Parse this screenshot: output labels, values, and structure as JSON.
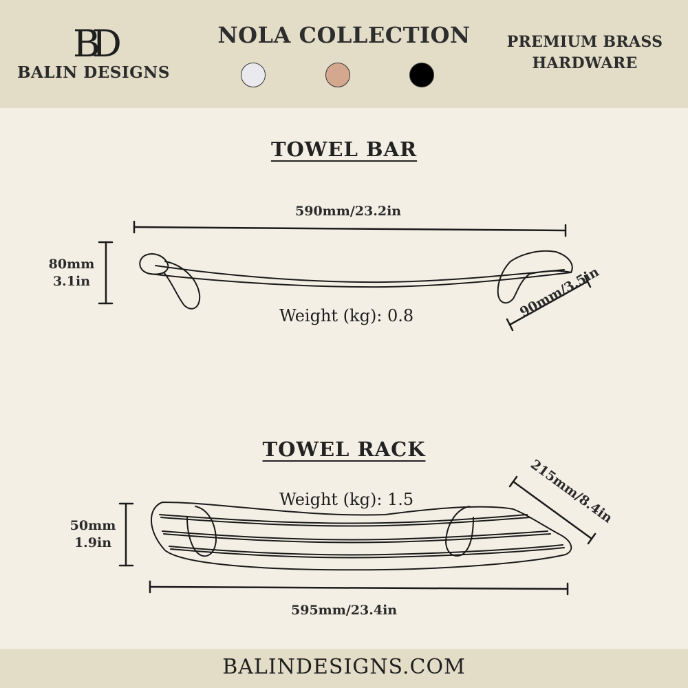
{
  "header": {
    "logo_monogram": "BD",
    "brand_name": "BALIN DESIGNS",
    "collection_title": "NOLA COLLECTION",
    "finishes": [
      {
        "name": "white",
        "color": "#e9e9ee"
      },
      {
        "name": "rose-gold",
        "color": "#d4a88f"
      },
      {
        "name": "black",
        "color": "#000000"
      }
    ],
    "tagline_line1": "PREMIUM BRASS",
    "tagline_line2": "HARDWARE"
  },
  "towel_bar": {
    "title": "TOWEL BAR",
    "length_label": "590mm/23.2in",
    "height_mm": "80mm",
    "height_in": "3.1in",
    "depth_label": "90mm/3.5in",
    "weight_label": "Weight (kg): 0.8"
  },
  "towel_rack": {
    "title": "TOWEL RACK",
    "length_label": "595mm/23.4in",
    "height_mm": "50mm",
    "height_in": "1.9in",
    "depth_label": "215mm/8.4in",
    "weight_label": "Weight (kg): 1.5"
  },
  "footer": {
    "website": "BALINDESIGNS.COM"
  }
}
